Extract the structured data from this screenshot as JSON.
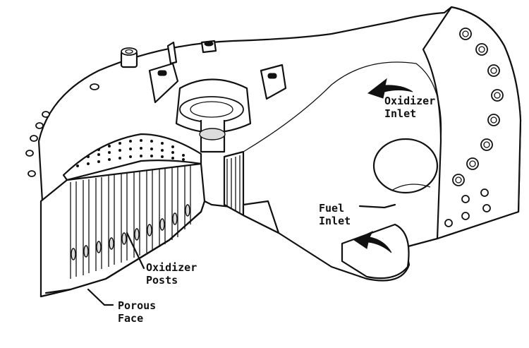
{
  "labels": {
    "oxidizer_inlet": [
      "Oxidizer",
      "Inlet"
    ],
    "fuel_inlet": [
      "Fuel",
      "Inlet"
    ],
    "oxidizer_posts": [
      "Oxidizer",
      "Posts"
    ],
    "porous_face": [
      "Porous",
      "Face"
    ]
  }
}
